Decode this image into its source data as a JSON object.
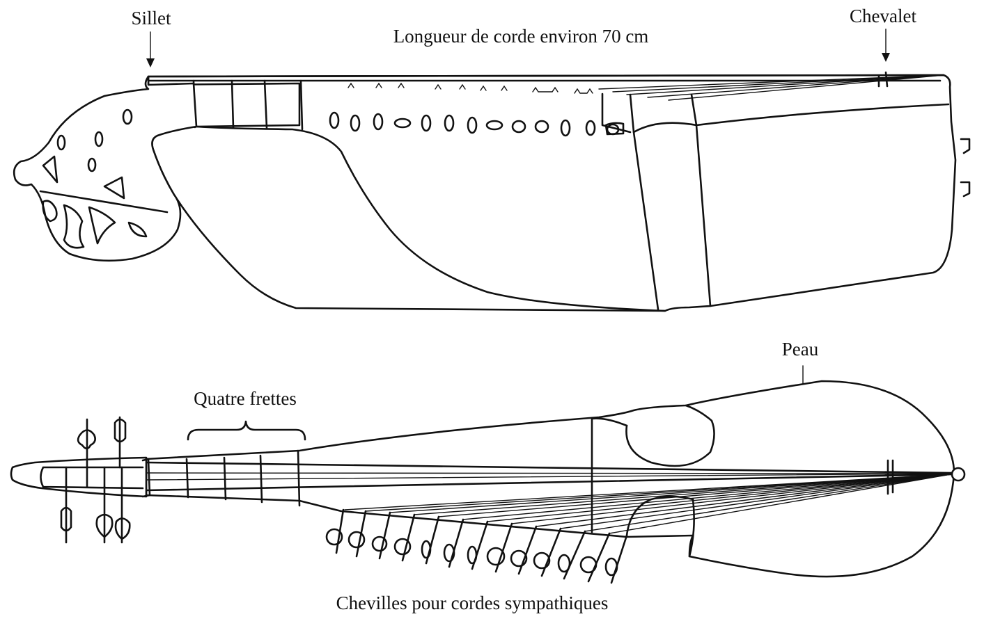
{
  "labels": {
    "nut": "Sillet",
    "bridge": "Chevalet",
    "string_length": "Longueur de corde environ 70 cm",
    "skin": "Peau",
    "four_frets": "Quatre frettes",
    "sympathetic_pegs": "Chevilles pour cordes sympathiques"
  },
  "colors": {
    "ink": "#111111",
    "paper": "#ffffff"
  }
}
